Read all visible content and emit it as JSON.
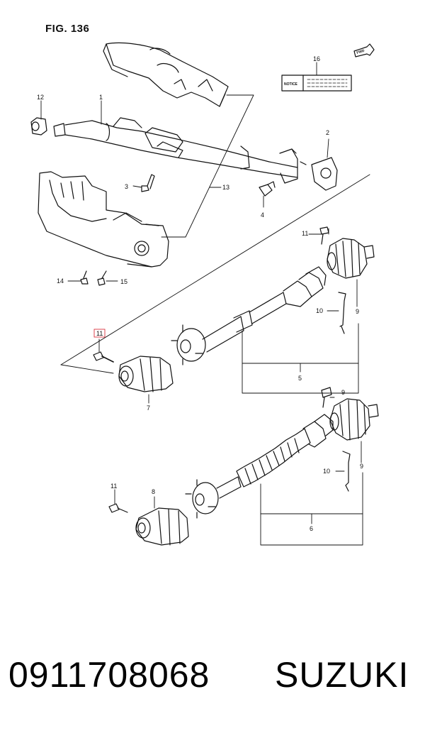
{
  "figure": {
    "title": "FIG. 136",
    "notice_label": "NOTICE",
    "fwd_label": "FWD",
    "callouts": {
      "c1": "1",
      "c2": "2",
      "c3": "3",
      "c4": "4",
      "c5": "5",
      "c6": "6",
      "c7": "7",
      "c8": "8",
      "c9a": "9",
      "c9b": "9",
      "c9c": "9",
      "c10a": "10",
      "c10b": "10",
      "c11a": "11",
      "c11b": "11",
      "c11c": "11",
      "c12": "12",
      "c13": "13",
      "c14": "14",
      "c15": "15",
      "c16": "16"
    },
    "highlight_color": "#d9333f"
  },
  "caption": {
    "part_number": "0911708068",
    "brand": "SUZUKI"
  }
}
